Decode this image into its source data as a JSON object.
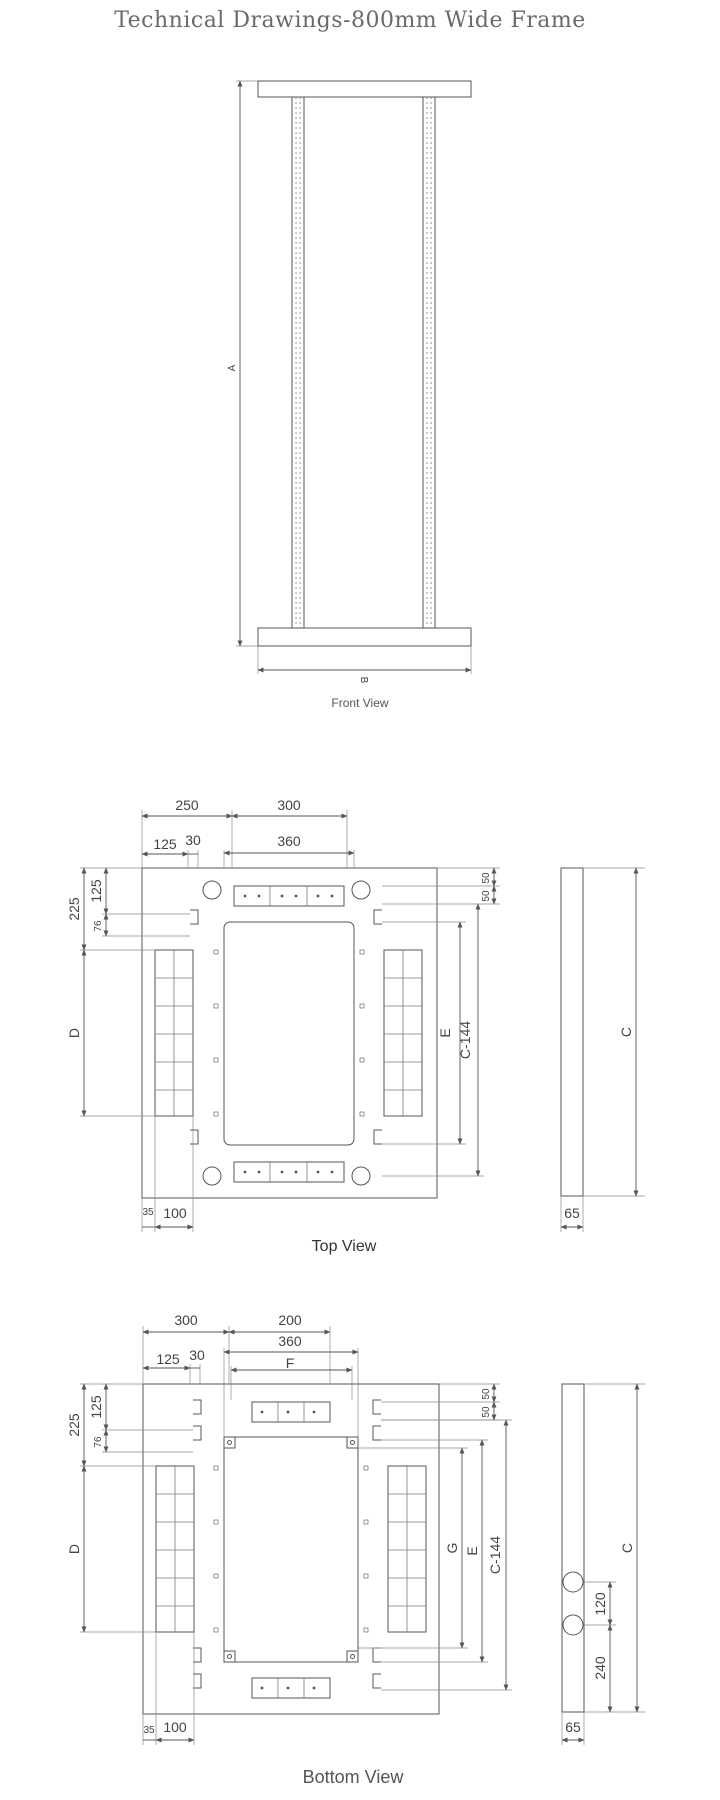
{
  "title": "Technical Drawings-800mm Wide Frame",
  "front_view": {
    "caption": "Front View",
    "dim_height": "A",
    "dim_width": "B"
  },
  "top_view": {
    "caption": "Top View",
    "dims": {
      "d250": "250",
      "d300": "300",
      "d125": "125",
      "d30": "30",
      "d360": "360",
      "d225": "225",
      "d125v": "125",
      "d76": "76",
      "dD": "D",
      "dE": "E",
      "dC144": "C-144",
      "d50a": "50",
      "d50b": "50",
      "d35": "35",
      "d100": "100",
      "dC": "C",
      "d65": "65"
    }
  },
  "bottom_view": {
    "caption": "Bottom View",
    "dims": {
      "d300": "300",
      "d200": "200",
      "d125": "125",
      "d30": "30",
      "d360": "360",
      "dF": "F",
      "d225": "225",
      "d125v": "125",
      "d76": "76",
      "dD": "D",
      "dG": "G",
      "dE": "E",
      "dC144": "C-144",
      "d50a": "50",
      "d50b": "50",
      "d35": "35",
      "d100": "100",
      "dC": "C",
      "d120": "120",
      "d240": "240",
      "d65": "65"
    }
  }
}
